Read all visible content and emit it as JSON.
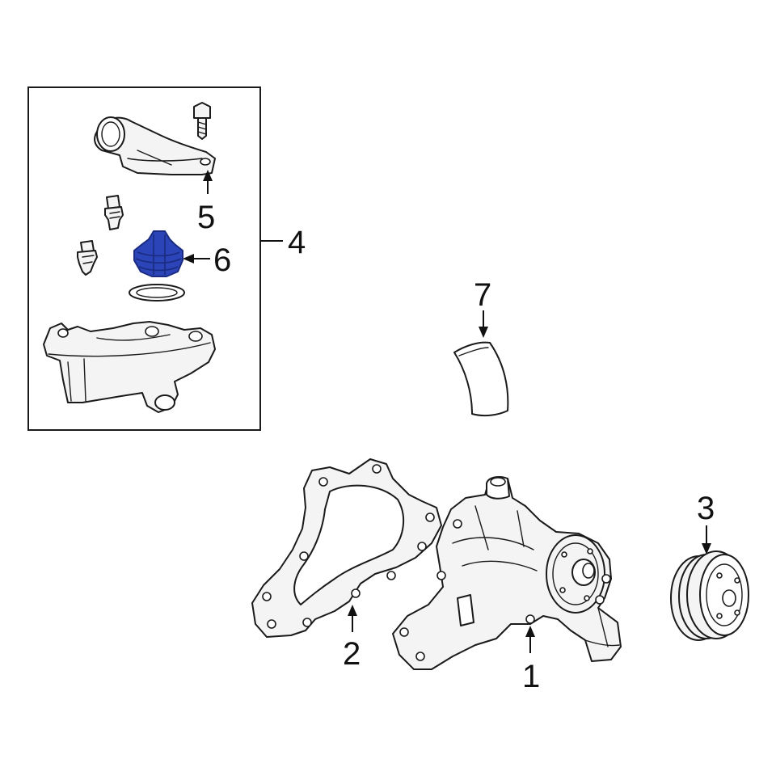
{
  "callouts": {
    "c1": "1",
    "c2": "2",
    "c3": "3",
    "c4": "4",
    "c5": "5",
    "c6": "6",
    "c7": "7"
  },
  "colors": {
    "highlight": "#2b44b8",
    "highlight_dark": "#1a2b80",
    "line": "#1a1a1a",
    "fill": "#f4f4f4"
  }
}
